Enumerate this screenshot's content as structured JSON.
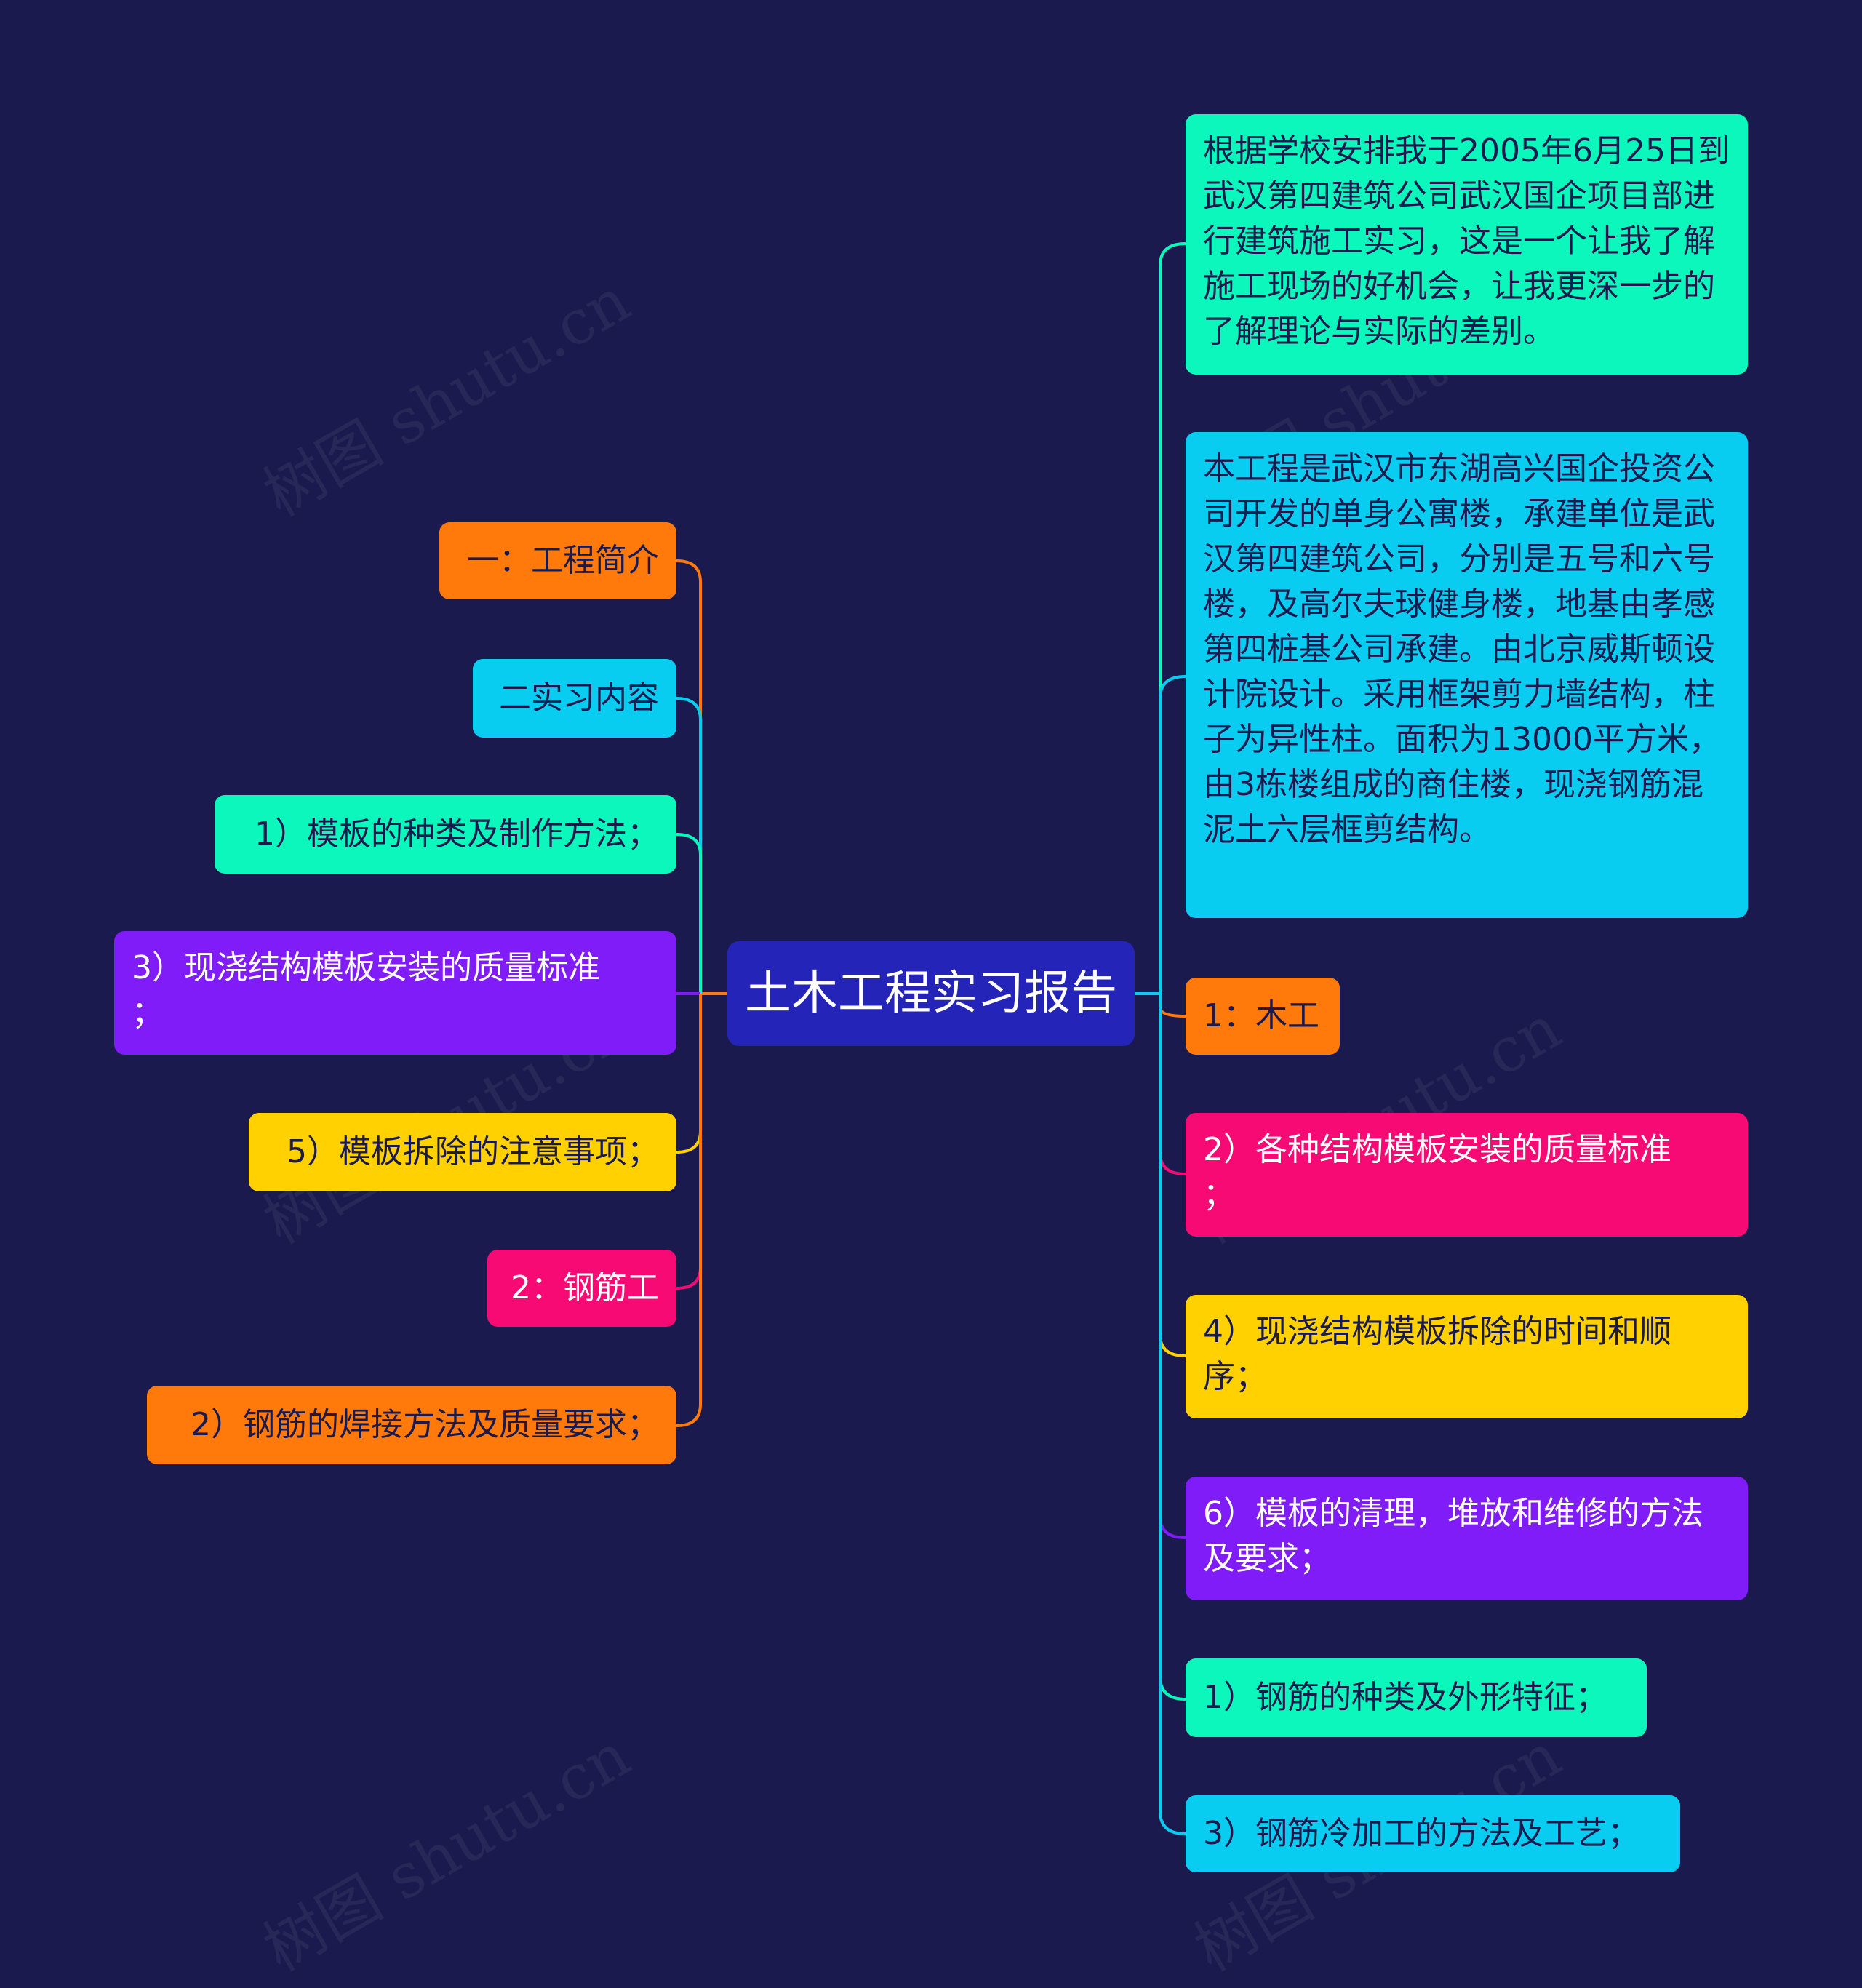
{
  "root": {
    "label": "土木工程实习报告",
    "color": "#2424b8"
  },
  "left_nodes": [
    {
      "label": "一：工程简介",
      "color": "#ff7a0a"
    },
    {
      "label": "二实习内容",
      "color": "#09cdf0"
    },
    {
      "label": "1）模板的种类及制作方法；",
      "color": "#0bf7bb"
    },
    {
      "label": "3）现浇结构模板安装的质量标准\n；",
      "color": "#7f1cf7"
    },
    {
      "label": "5）模板拆除的注意事项；",
      "color": "#ffd100"
    },
    {
      "label": "2：钢筋工",
      "color": "#f70a74"
    },
    {
      "label": "2）钢筋的焊接方法及质量要求；",
      "color": "#ff7a0a"
    }
  ],
  "right_nodes": [
    {
      "label": "根据学校安排我于2005年6月25日到武汉第四建筑公司武汉国企项目部进行建筑施工实习，这是一个让我了解施工现场的好机会，让我更深一步的了解理论与实际的差别。",
      "color": "#0bf7bb"
    },
    {
      "label": "本工程是武汉市东湖高兴国企投资公司开发的单身公寓楼，承建单位是武汉第四建筑公司，分别是五号和六号楼，及高尔夫球健身楼，地基由孝感第四桩基公司承建。由北京威斯顿设计院设计。采用框架剪力墙结构，柱子为异性柱。面积为13000平方米，由3栋楼组成的商住楼，现浇钢筋混泥土六层框剪结构。",
      "color": "#09cdf0"
    },
    {
      "label": "1：木工",
      "color": "#ff7a0a"
    },
    {
      "label": "2）各种结构模板安装的质量标准\n；",
      "color": "#f70a74"
    },
    {
      "label": "4）现浇结构模板拆除的时间和顺序；",
      "color": "#ffd100"
    },
    {
      "label": "6）模板的清理，堆放和维修的方法及要求；",
      "color": "#7f1cf7"
    },
    {
      "label": "1）钢筋的种类及外形特征；",
      "color": "#0bf7bb"
    },
    {
      "label": "3）钢筋冷加工的方法及工艺；",
      "color": "#09cdf0"
    }
  ],
  "watermark": "树图 shutu.cn"
}
